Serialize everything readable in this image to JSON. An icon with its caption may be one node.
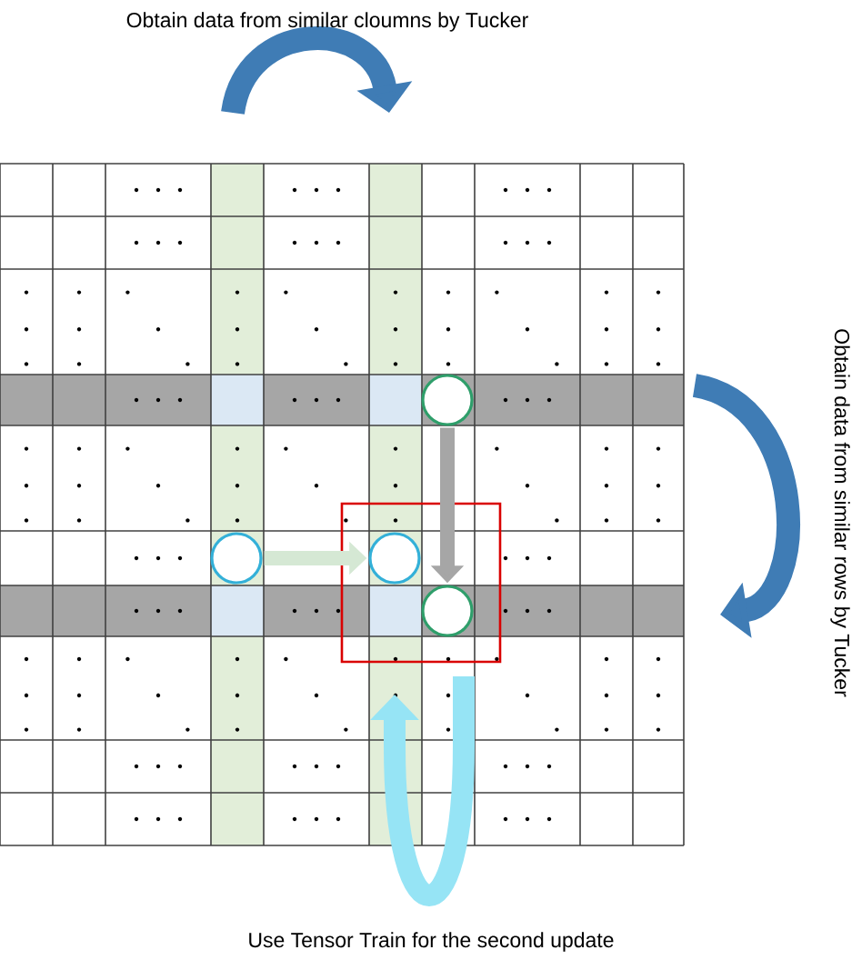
{
  "diagram": {
    "nodes": [
      {
        "text": [],
        "shape": "circle"
      },
      {
        "text": [],
        "shape": "circle"
      },
      {
        "text": [],
        "shape": "circle"
      },
      {
        "text": [],
        "shape": "circle"
      }
    ],
    "edges": [
      {
        "from": 0,
        "to": 3,
        "arrow": "to",
        "color": "#a6a6a6"
      },
      {
        "from": 1,
        "to": 2,
        "arrow": "to",
        "color": "#d5e8d4"
      }
    ],
    "labels": [
      "Obtain data from similar cloumns by Tucker",
      "Obtain data from similar rows by Tucker",
      "Use Tensor Train for the second update"
    ]
  }
}
